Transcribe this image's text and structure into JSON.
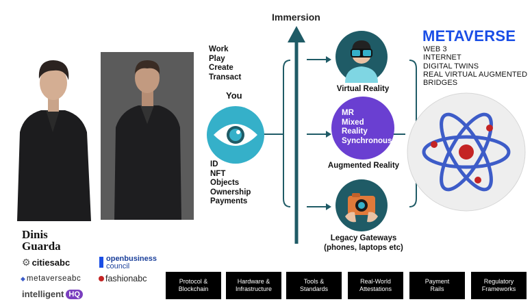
{
  "activities": [
    "Work",
    "Play",
    "Create",
    "Transact"
  ],
  "you_label": "You",
  "identity_items": [
    "ID",
    "NFT",
    "Objects",
    "Ownership",
    "Payments"
  ],
  "immersion_label": "Immersion",
  "virtual_reality_label": "Virtual Reality",
  "mr_items": [
    "MR",
    "Mixed",
    "Reality",
    "Synchronous"
  ],
  "augmented_reality_label": "Augmented Reality",
  "legacy_label_line1": "Legacy Gateways",
  "legacy_label_line2": "(phones, laptops etc)",
  "metaverse_title": "METAVERSE",
  "metaverse_items": [
    "WEB 3",
    "INTERNET",
    "DIGITAL TWINS",
    "REAL VIRTUAL AUGMENTED",
    "BRIDGES"
  ],
  "bottom_buttons": [
    "Protocol &\nBlockchain",
    "Hardware &\nInfrastructure",
    "Tools &\nStandards",
    "Real-World\nAttestations",
    "Payment\nRails",
    "Regulatory\nFrameworks"
  ],
  "logos": {
    "dinis_line1": "Dinis",
    "dinis_line2": "Guarda",
    "citiesabc": "citiesabc",
    "openbusiness_line1": "openbusiness",
    "openbusiness_line2": "council",
    "metaverseabc": "metaverseabc",
    "fashionabc": "fashionabc",
    "intelligent": "intelligent",
    "hq": "HQ"
  },
  "colors": {
    "teal": "#1f5b66",
    "eye_teal": "#35b0c9",
    "purple": "#6a3fd1",
    "metaverse_blue": "#1a4ee6",
    "atom_blue": "#3d5cc8",
    "atom_red": "#c42424"
  }
}
